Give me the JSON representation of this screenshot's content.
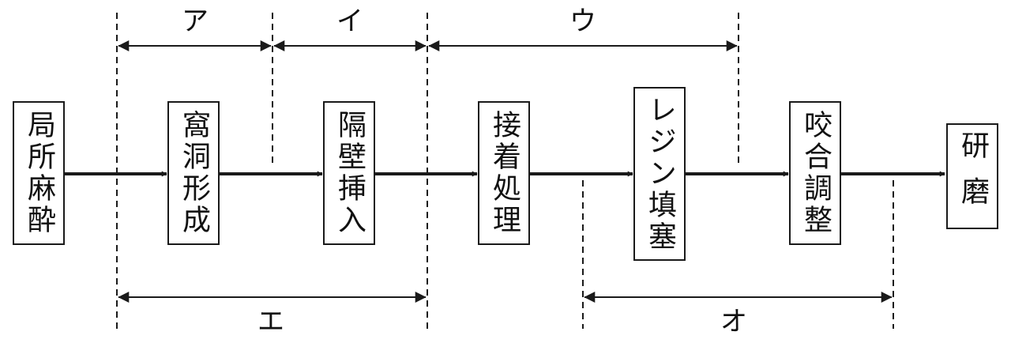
{
  "steps": [
    {
      "label": "局所麻酔"
    },
    {
      "label": "窩洞形成"
    },
    {
      "label": "隔壁挿入"
    },
    {
      "label": "接着処理"
    },
    {
      "label": "レジン填塞"
    },
    {
      "label": "咬合調整"
    },
    {
      "label": "研磨"
    }
  ],
  "ranges": {
    "a": "ア",
    "i": "イ",
    "u": "ウ",
    "e": "エ",
    "o": "オ"
  },
  "colors": {
    "line": "#1a1a1a",
    "text": "#111111",
    "background": "#ffffff"
  }
}
